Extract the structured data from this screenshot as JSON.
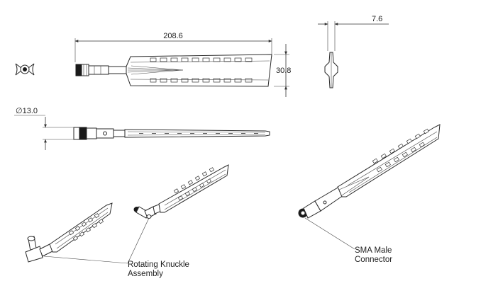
{
  "dimensions": {
    "length": "208.6",
    "width": "30.8",
    "thickness": "7.6",
    "diameter": "∅13.0"
  },
  "callouts": {
    "knuckle_line1": "Rotating Knuckle",
    "knuckle_line2": "Assembly",
    "sma_line1": "SMA Male",
    "sma_line2": "Connector"
  }
}
